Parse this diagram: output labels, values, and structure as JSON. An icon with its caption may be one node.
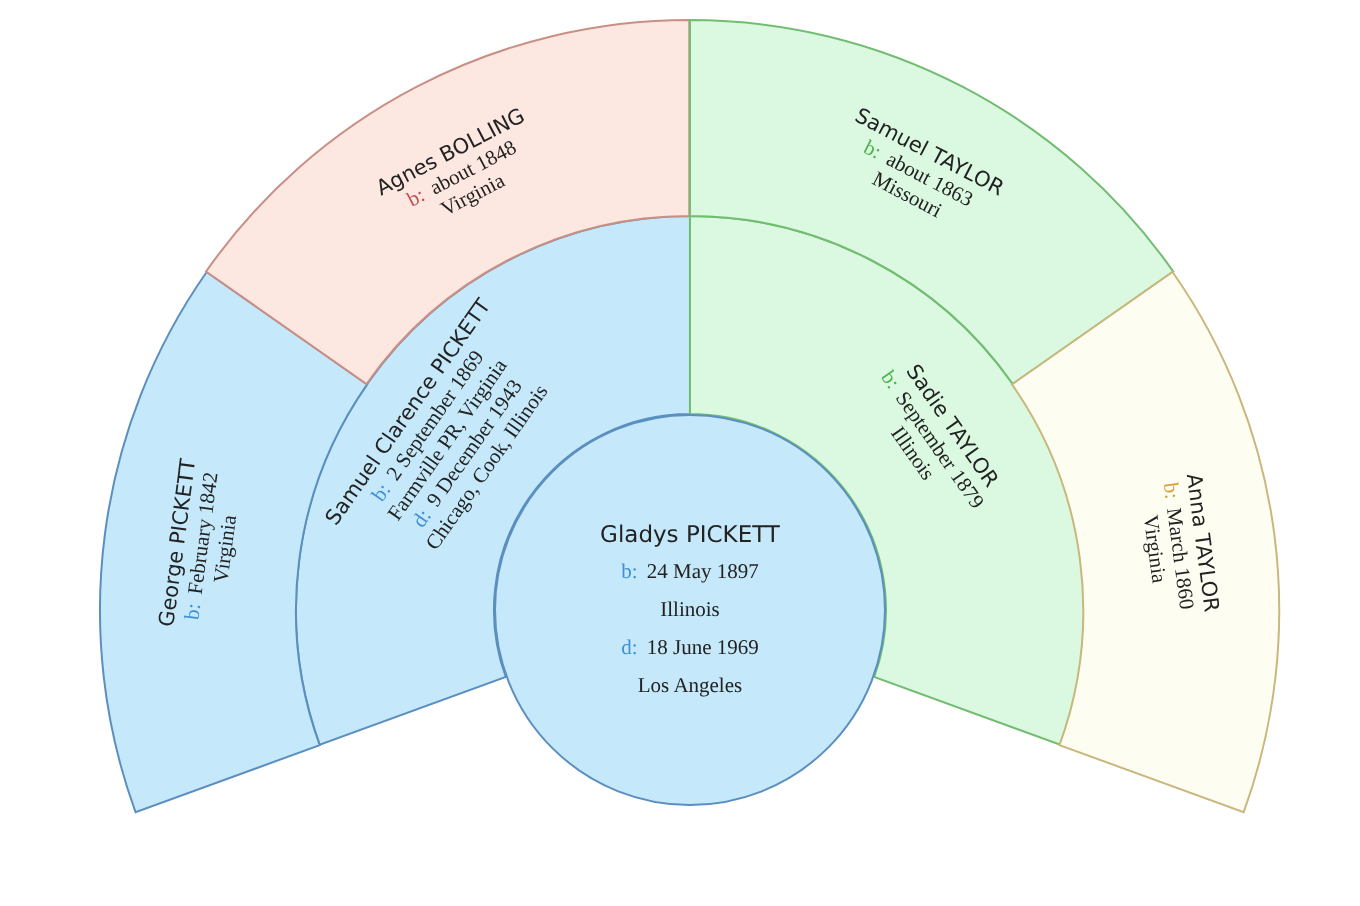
{
  "diagram": {
    "nodes": [
      {
        "text": [
          "Gladys PICKETT",
          "b: 24 May 1897",
          "Illinois",
          "d: 18 June 1969",
          "Los Angeles"
        ]
      },
      {
        "text": [
          "Samuel Clarence PICKETT",
          "b: 2 September 1869",
          "Farmville PR, Virginia",
          "d: 9 December 1943",
          "Chicago, Cook, Illinois"
        ]
      },
      {
        "text": [
          "Sadie TAYLOR",
          "b: September 1879",
          "Illinois"
        ]
      },
      {
        "text": [
          "George PICKETT",
          "b: February 1842",
          "Virginia"
        ]
      },
      {
        "text": [
          "Agnes BOLLING",
          "b: about 1848",
          "Virginia"
        ]
      },
      {
        "text": [
          "Samuel TAYLOR",
          "b: about 1863",
          "Missouri"
        ]
      },
      {
        "text": [
          "Anna TAYLOR",
          "b: March 1860",
          "Virginia"
        ]
      }
    ]
  }
}
